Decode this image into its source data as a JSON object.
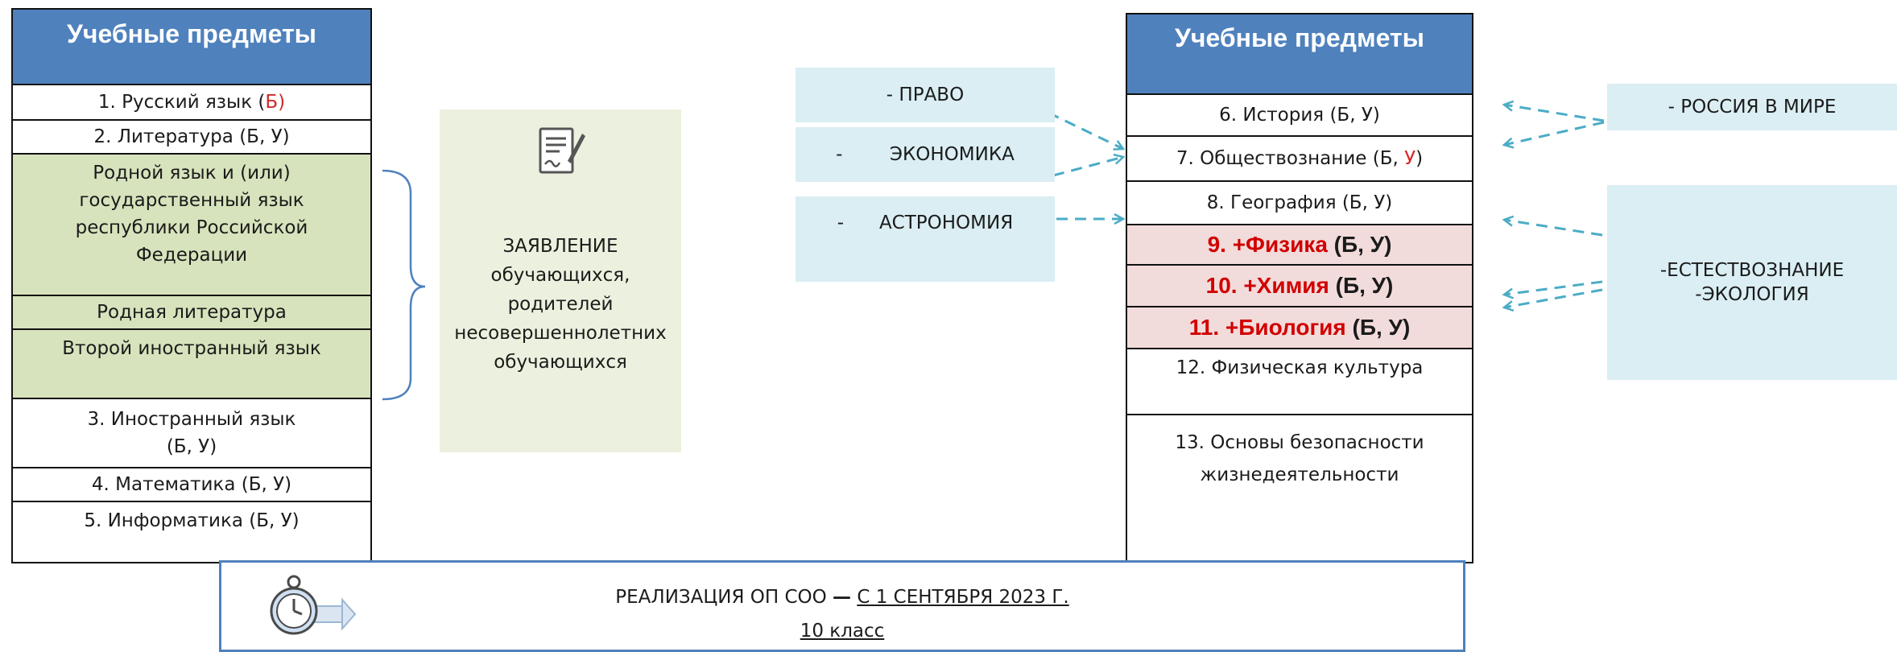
{
  "left_table": {
    "header": "Учебные предметы",
    "rows": {
      "r1_text": "1. Русский язык (",
      "r1_mark": "Б",
      "r1_close": ")",
      "r2": "2. Литература (Б, У)",
      "r3": "Родной язык и (или) государственный язык республики Российской Федерации",
      "r4": "Родная литература",
      "r5": "Второй иностранный язык",
      "r6a": "3. Иностранный язык",
      "r6b": "(Б, У)",
      "r7": "4. Математика (Б, У)",
      "r8": "5. Информатика (Б, У)"
    }
  },
  "application": {
    "icon": "document-signing-icon",
    "text": "ЗАЯВЛЕНИЕ обучающихся, родителей несовершеннолетних обучающихся"
  },
  "notes_left": {
    "pravo": "- ПРАВО",
    "economy": "-        ЭКОНОМИКА",
    "astronomy": "-      АСТРОНОМИЯ"
  },
  "right_table": {
    "header": "Учебные предметы",
    "rows": {
      "r6": "6. История (Б, У)",
      "r7_text": "7. Обществознание (Б, ",
      "r7_mark": "У",
      "r7_close": ")",
      "r8": "8. География (Б, У)",
      "r9_red": "9. +Физика",
      "r9_black": " (Б, У)",
      "r10_red": "10. +Химия",
      "r10_black": " (Б, У)",
      "r11_red": "11. +Биология",
      "r11_black": " (Б, У)",
      "r12": "12. Физическая культура",
      "r13a": "13. Основы безопасности",
      "r13b": "жизнедеятельности"
    }
  },
  "notes_right": {
    "russia": "- РОССИЯ В МИРЕ",
    "science_a": "-ЕСТЕСТВОЗНАНИЕ",
    "science_b": "-ЭКОЛОГИЯ"
  },
  "bottom_bar": {
    "icon": "stopwatch-arrow-icon",
    "line1_a": "РЕАЛИЗАЦИЯ ОП СОО ",
    "line1_dash": "—",
    "line1_b": "С 1 СЕНТЯБРЯ 2023 Г.",
    "line2": "10 класс"
  },
  "colors": {
    "header_blue": "#4f81bd",
    "green_fill": "#d7e3bc",
    "pink_fill": "#f2dcdb",
    "note_fill": "#daeef3",
    "arrow": "#4bacc6",
    "red_text": "#d10000"
  }
}
